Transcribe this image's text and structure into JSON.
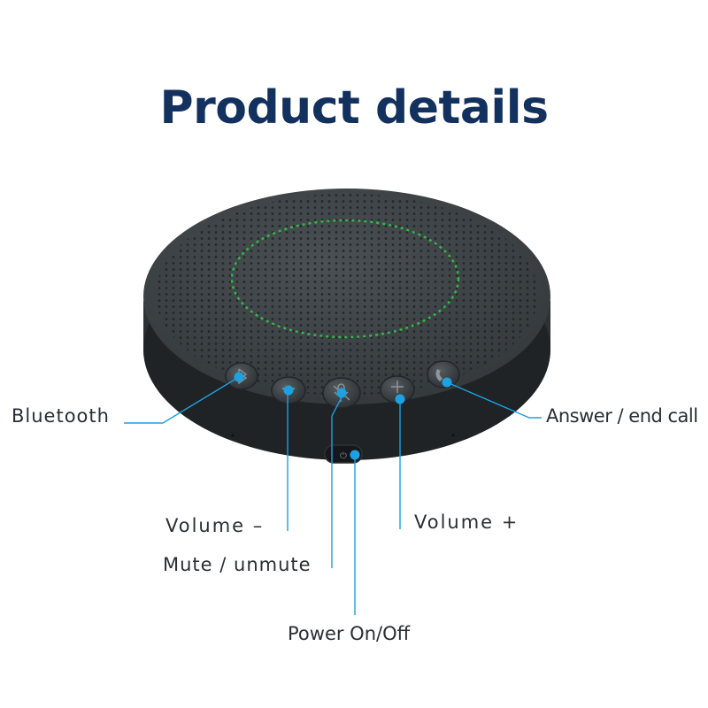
{
  "title": "Product details",
  "labels": {
    "bluetooth": "Bluetooth",
    "answer_end_call": "Answer / end call",
    "volume_minus": "Volume –",
    "mute_unmute": "Mute / unmute",
    "volume_plus": "Volume +",
    "power": "Power On/Off"
  },
  "colors": {
    "title": "#12315e",
    "accent": "#1da1e0",
    "device_body": "#3b4043",
    "ring_led": "#33c24a"
  },
  "icons": [
    "bluetooth-icon",
    "volume-minus-icon",
    "mic-mute-icon",
    "volume-plus-icon",
    "phone-icon",
    "power-icon"
  ]
}
